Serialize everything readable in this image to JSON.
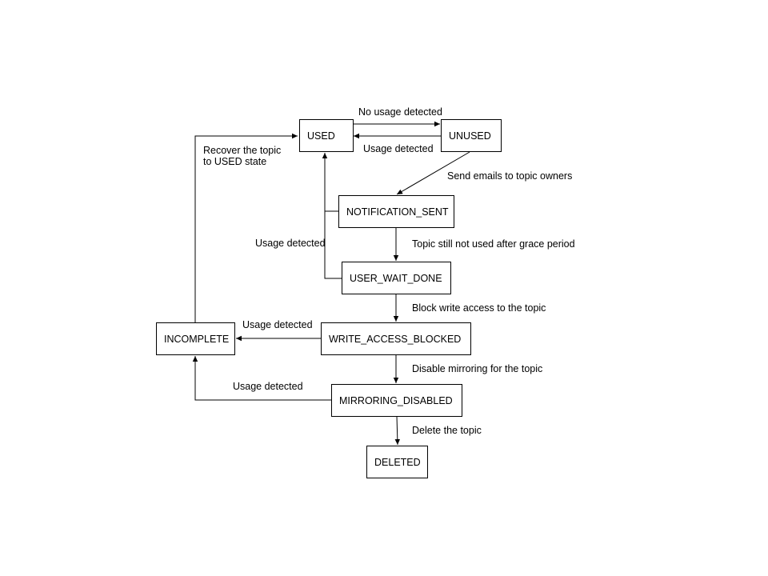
{
  "diagram": {
    "nodes": {
      "used": "USED",
      "unused": "UNUSED",
      "notification_sent": "NOTIFICATION_SENT",
      "user_wait_done": "USER_WAIT_DONE",
      "write_access_blocked": "WRITE_ACCESS_BLOCKED",
      "incomplete": "INCOMPLETE",
      "mirroring_disabled": "MIRRORING_DISABLED",
      "deleted": "DELETED"
    },
    "edges": {
      "used_to_unused": "No usage detected",
      "unused_to_used": "Usage detected",
      "unused_to_notification": "Send emails to topic owners",
      "notification_to_userwait": "Topic still not used after grace period",
      "back_to_used": "Usage detected",
      "userwait_to_blocked": "Block write access to the topic",
      "blocked_to_incomplete": "Usage detected",
      "blocked_to_mirroring": "Disable mirroring for the topic",
      "mirroring_to_incomplete": "Usage detected",
      "mirroring_to_deleted": "Delete the topic",
      "incomplete_to_used_line1": "Recover the topic",
      "incomplete_to_used_line2": "to USED state"
    }
  }
}
